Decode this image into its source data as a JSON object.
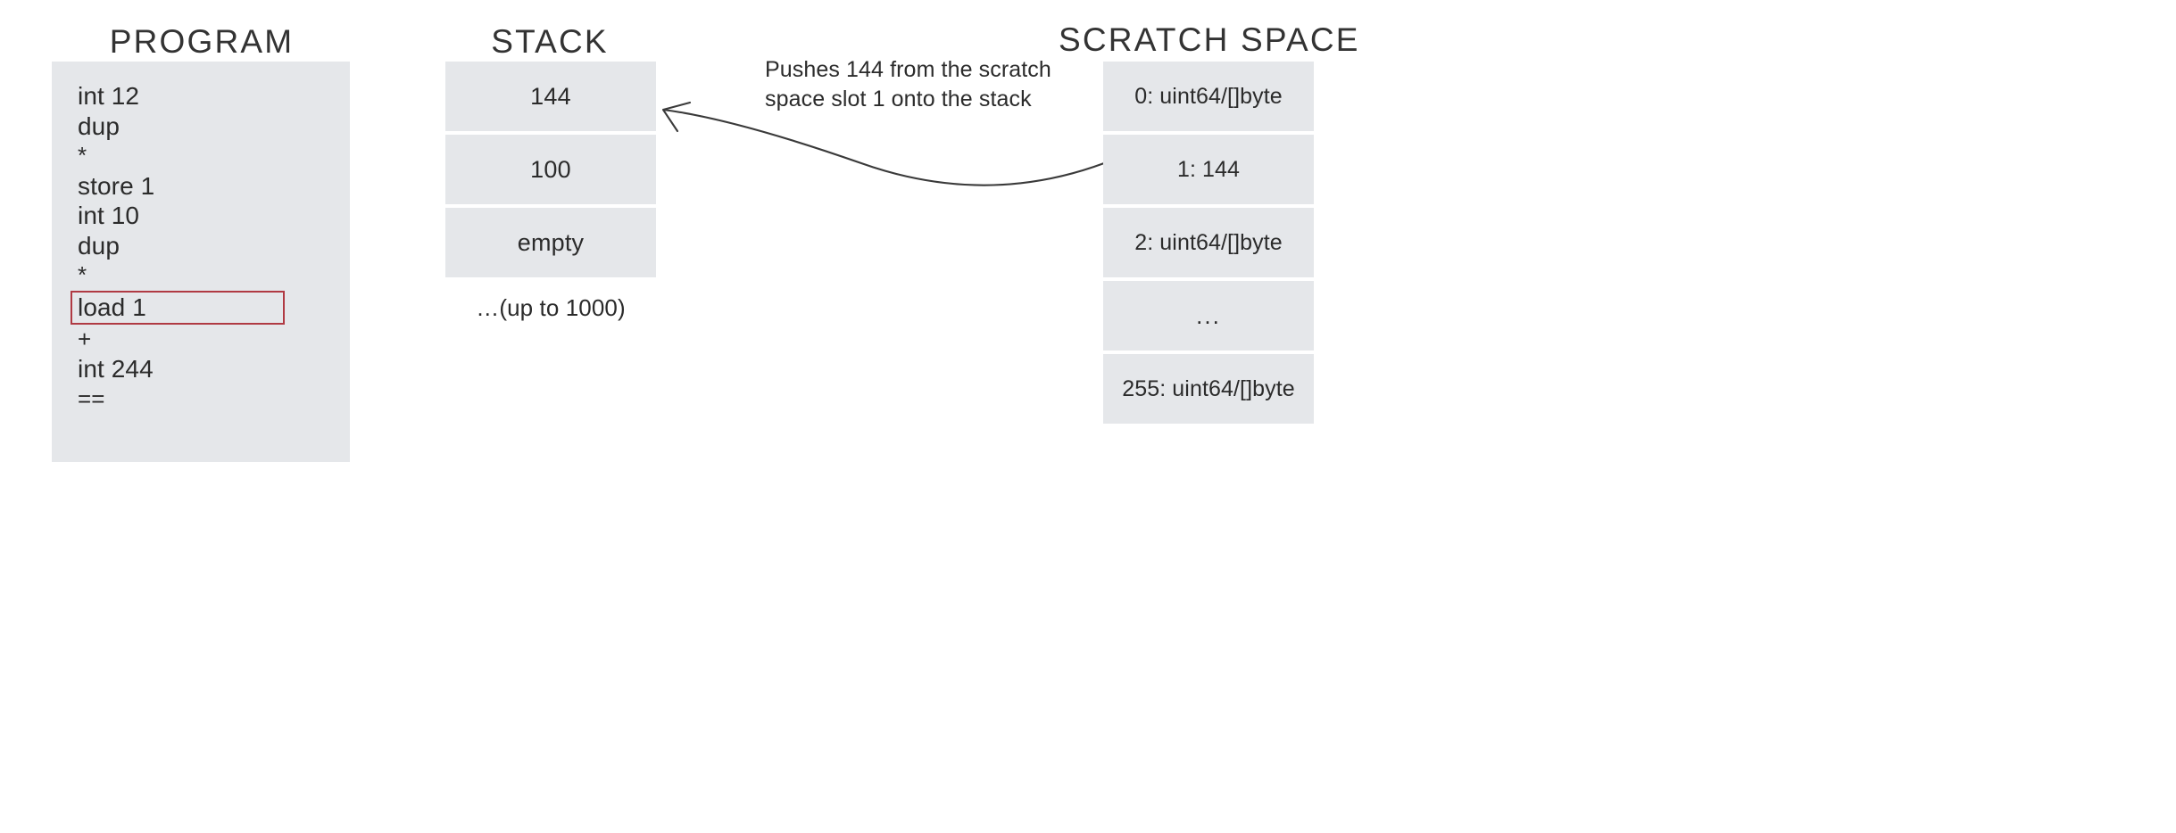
{
  "columns": {
    "program": {
      "title": "PROGRAM",
      "instructions": [
        {
          "text": "int 12",
          "highlighted": false
        },
        {
          "text": "dup",
          "highlighted": false
        },
        {
          "text": "*",
          "highlighted": false
        },
        {
          "text": "store 1",
          "highlighted": false
        },
        {
          "text": "int 10",
          "highlighted": false
        },
        {
          "text": "dup",
          "highlighted": false
        },
        {
          "text": "*",
          "highlighted": false
        },
        {
          "text": "load 1",
          "highlighted": true
        },
        {
          "text": "+",
          "highlighted": false
        },
        {
          "text": "int 244",
          "highlighted": false
        },
        {
          "text": "==",
          "highlighted": false
        }
      ]
    },
    "stack": {
      "title": "STACK",
      "cells": [
        "144",
        "100",
        "empty"
      ],
      "note": "…(up to 1000)"
    },
    "scratch_space": {
      "title": "SCRATCH SPACE",
      "cells": [
        "0: uint64/[]byte",
        "1: 144",
        "2: uint64/[]byte",
        "...",
        "255: uint64/[]byte"
      ]
    }
  },
  "annotation": {
    "line1": "Pushes 144 from the scratch",
    "line2": "space slot 1 onto the stack"
  },
  "colors": {
    "cell_background": "#e5e7ea",
    "highlight_border": "#b03a43",
    "text": "#2b2b2b",
    "arrow": "#3a3a3a",
    "page_background": "#ffffff"
  }
}
